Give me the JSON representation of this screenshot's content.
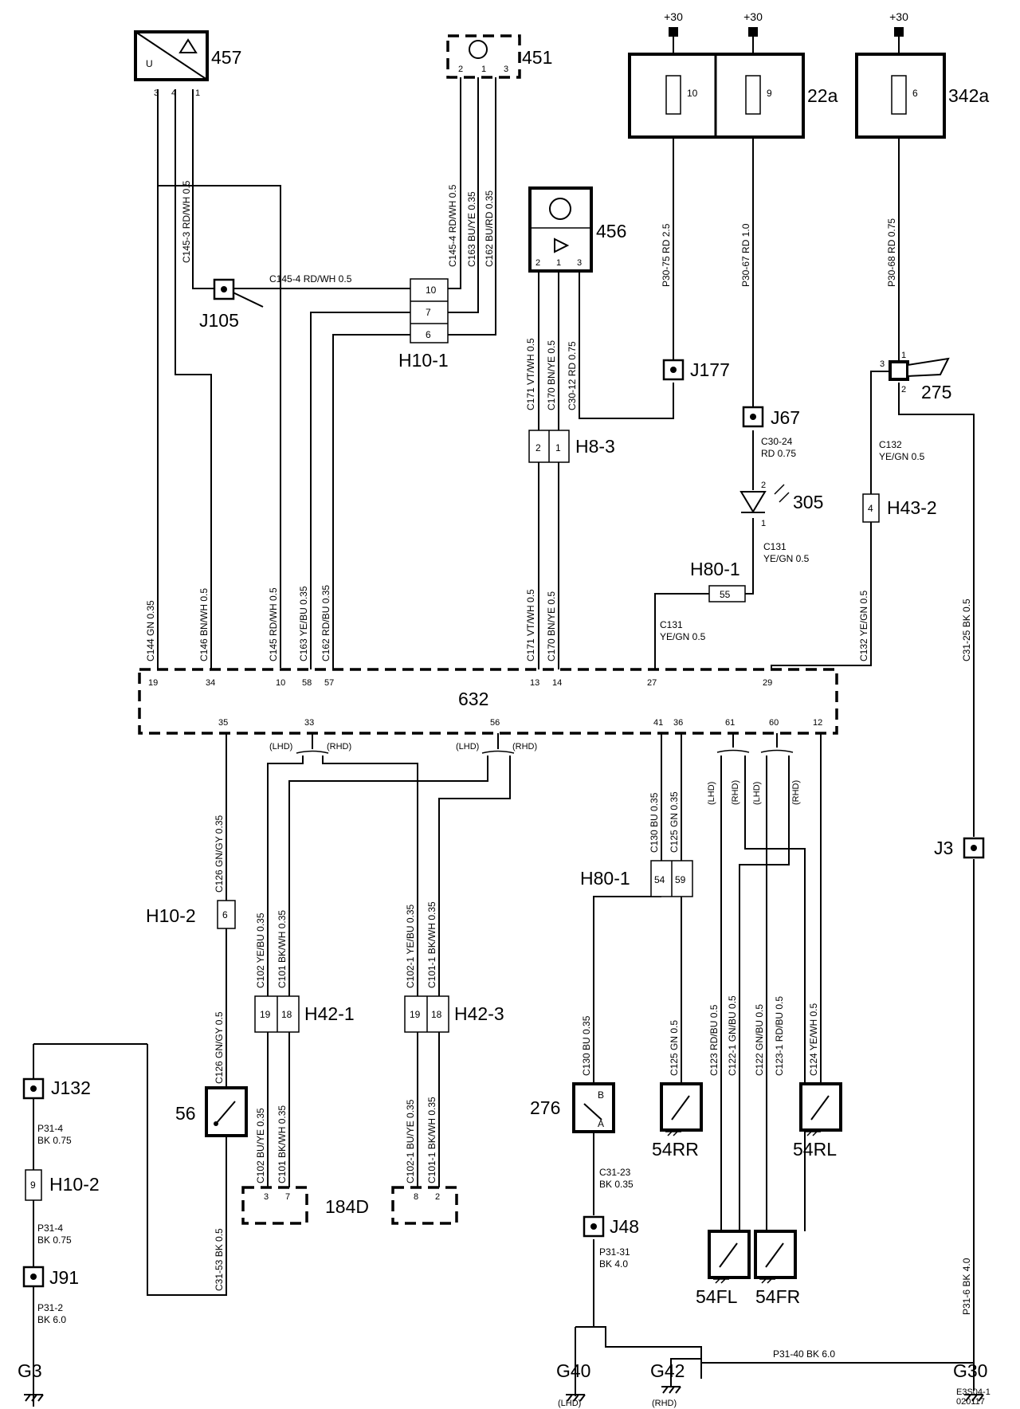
{
  "components": {
    "c457": "457",
    "c451": "451",
    "c456": "456",
    "c22a": "22a",
    "c342a": "342a",
    "c275": "275",
    "c305": "305",
    "c632": "632",
    "c56": "56",
    "c276": "276",
    "c54RR": "54RR",
    "c54RL": "54RL",
    "c54FL": "54FL",
    "c54FR": "54FR",
    "c184D": "184D"
  },
  "junctions": {
    "J105": "J105",
    "J177": "J177",
    "J67": "J67",
    "J3": "J3",
    "J132": "J132",
    "J91": "J91",
    "J48": "J48"
  },
  "connectors": {
    "H10_1": "H10-1",
    "H8_3": "H8-3",
    "H43_2": "H43-2",
    "H80_1a": "H80-1",
    "H80_1b": "H80-1",
    "H10_2a": "H10-2",
    "H10_2b": "H10-2",
    "H42_1": "H42-1",
    "H42_3": "H42-3"
  },
  "grounds": {
    "G3": "G3",
    "G40": "G40",
    "G42": "G42",
    "G30": "G30",
    "lhd": "(LHD)",
    "rhd": "(RHD)"
  },
  "supply": {
    "p30": "+30",
    "fuse10": "10",
    "fuse9": "9",
    "fuse6": "6"
  },
  "pins": {
    "p457_3": "3",
    "p457_4": "4",
    "p457_1": "1",
    "p457_u": "U",
    "p451_2": "2",
    "p451_1": "1",
    "p451_3": "3",
    "p456_2": "2",
    "p456_1": "1",
    "p456_3": "3",
    "h101_10": "10",
    "h101_7": "7",
    "h101_6": "6",
    "h83_2": "2",
    "h83_1": "1",
    "p275_1": "1",
    "p275_3": "3",
    "p275_2": "2",
    "h432_4": "4",
    "p305_2": "2",
    "p305_1": "1",
    "h801a_55": "55",
    "m19": "19",
    "m34": "34",
    "m10": "10",
    "m58": "58",
    "m57": "57",
    "m13": "13",
    "m14": "14",
    "m27": "27",
    "m29": "29",
    "m35": "35",
    "m33": "33",
    "m56": "56",
    "m41": "41",
    "m36": "36",
    "m61": "61",
    "m60": "60",
    "m12": "12",
    "h102a_6": "6",
    "h421_19": "19",
    "h421_18": "18",
    "h423_19": "19",
    "h423_18": "18",
    "h801b_54": "54",
    "h801b_59": "59",
    "h102b_9": "9",
    "p276_b": "B",
    "p276_a": "A",
    "d184_3": "3",
    "d184_7": "7",
    "d184_8": "8",
    "d184_2": "2"
  },
  "wires": {
    "w_c1453": "C145-3 RD/WH 0.5",
    "w_c1454v": "C145-4 RD/WH 0.5",
    "w_c163v": "C163 BU/YE 0.35",
    "w_c162v": "C162 BU/RD 0.35",
    "w_c1454h": "C145-4 RD/WH 0.5",
    "w_c171u": "C171 VT/WH 0.5",
    "w_c170u": "C170 BN/YE 0.5",
    "w_c3012": "C30-12 RD 0.75",
    "w_p3075": "P30-75 RD 2.5",
    "w_p3067": "P30-67 RD 1.0",
    "w_p3068": "P30-68 RD 0.75",
    "w_c3024": "C30-24",
    "w_c3024b": "RD 0.75",
    "w_c131a": "C131",
    "w_c131b": "YE/GN 0.5",
    "w_c132a": "C132",
    "w_c132b": "YE/GN 0.5",
    "w_c131c": "C131",
    "w_c131d": "YE/GN 0.5",
    "w_c144": "C144 GN 0.35",
    "w_c146": "C146 BN/WH 0.5",
    "w_c145": "C145 RD/WH 0.5",
    "w_c163": "C163 YE/BU 0.35",
    "w_c162": "C162 RD/BU 0.35",
    "w_c171": "C171 VT/WH 0.5",
    "w_c170": "C170 BN/YE 0.5",
    "w_c132": "C132 YE/GN 0.5",
    "w_c3125": "C31-25 BK 0.5",
    "w_c126a": "C126 GN/GY 0.35",
    "w_c126b": "C126 GN/GY 0.5",
    "w_c3153": "C31-53 BK 0.5",
    "w_c102a": "C102 YE/BU 0.35",
    "w_c101a": "C101 BK/WH 0.35",
    "w_c1021a": "C102-1 YE/BU 0.35",
    "w_c1011a": "C101-1 BK/WH 0.35",
    "w_c102b": "C102 BU/YE 0.35",
    "w_c101b": "C101 BK/WH 0.35",
    "w_c1021b": "C102-1 BU/YE 0.35",
    "w_c1011b": "C101-1 BK/WH 0.35",
    "w_c130a": "C130 BU 0.35",
    "w_c125a": "C125 GN 0.35",
    "w_c130b": "C130 BU 0.35",
    "w_c125b": "C125 GN 0.5",
    "w_c123": "C123 RD/BU 0.5",
    "w_c1221": "C122-1 GN/BU 0.5",
    "w_c122": "C122 GN/BU 0.5",
    "w_c1231": "C123-1 RD/BU 0.5",
    "w_c124": "C124 YE/WH 0.5",
    "w_c3123a": "C31-23",
    "w_c3123b": "BK 0.35",
    "w_p3131a": "P31-31",
    "w_p3131b": "BK 4.0",
    "w_p3140": "P31-40 BK 6.0",
    "w_p316": "P31-6 BK 4.0",
    "w_p314a": "P31-4",
    "w_p314b": "BK 0.75",
    "w_p314c": "P31-4",
    "w_p314d": "BK 0.75",
    "w_p312a": "P31-2",
    "w_p312b": "BK 6.0"
  },
  "footer": {
    "code": "E3S04-1",
    "date": "020117"
  }
}
